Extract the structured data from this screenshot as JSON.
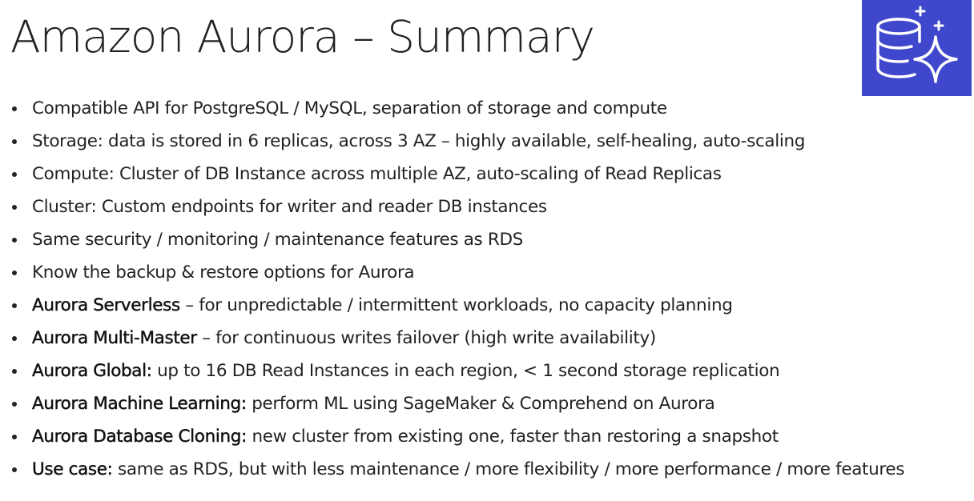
{
  "slide": {
    "title": "Amazon Aurora – Summary",
    "logo_icon": "aurora-database-sparkle-icon",
    "logo_color": "#3f48cc"
  },
  "bullets": [
    {
      "lead": "",
      "text": "Compatible API for PostgreSQL / MySQL, separation of storage and compute"
    },
    {
      "lead": "",
      "text": "Storage: data is stored in 6 replicas, across 3 AZ – highly available, self-healing, auto-scaling"
    },
    {
      "lead": "",
      "text": "Compute: Cluster of DB Instance across multiple AZ, auto-scaling of Read Replicas"
    },
    {
      "lead": "",
      "text": "Cluster: Custom endpoints for writer and reader DB instances"
    },
    {
      "lead": "",
      "text": "Same security / monitoring / maintenance features as RDS"
    },
    {
      "lead": "",
      "text": "Know the backup & restore options for Aurora"
    },
    {
      "lead": "Aurora Serverless",
      "text": " – for unpredictable / intermittent workloads, no capacity planning"
    },
    {
      "lead": "Aurora Multi-Master",
      "text": " – for continuous writes failover (high write availability)"
    },
    {
      "lead": "Aurora Global:",
      "text": " up to 16 DB Read Instances in each region, < 1 second storage replication"
    },
    {
      "lead": "Aurora Machine Learning:",
      "text": " perform ML using SageMaker & Comprehend on Aurora"
    },
    {
      "lead": "Aurora Database Cloning:",
      "text": " new cluster from existing one, faster than restoring a snapshot"
    },
    {
      "lead": "Use case:",
      "text": " same as RDS, but with less maintenance / more flexibility / more performance / more features"
    }
  ]
}
